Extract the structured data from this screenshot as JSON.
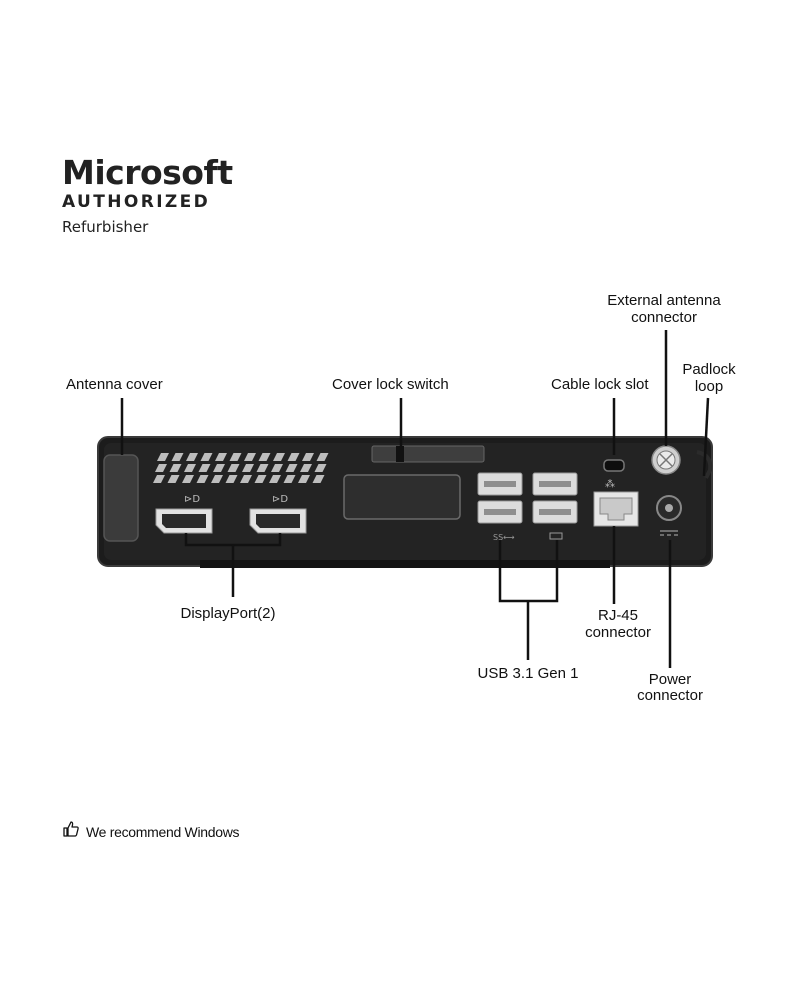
{
  "badge": {
    "brand": "Microsoft",
    "status": "AUTHORIZED",
    "role": "Refurbisher"
  },
  "callouts": {
    "antenna_cover": "Antenna cover",
    "cover_lock_switch": "Cover lock switch",
    "cable_lock_slot": "Cable lock slot",
    "external_antenna_1": "External antenna",
    "external_antenna_2": "connector",
    "padlock_1": "Padlock",
    "padlock_2": "loop",
    "displayport": "DisplayPort(2)",
    "usb": "USB 3.1 Gen 1",
    "rj45_1": "RJ-45",
    "rj45_2": "connector",
    "power_1": "Power",
    "power_2": "connector"
  },
  "footer": {
    "icon": "thumbs-up-icon",
    "text": "We recommend Windows"
  },
  "colors": {
    "chassis": "#1c1c1c",
    "chassis_edge": "#3a3a3a",
    "port_metal": "#d8d8d8",
    "leader_line": "#111111"
  }
}
